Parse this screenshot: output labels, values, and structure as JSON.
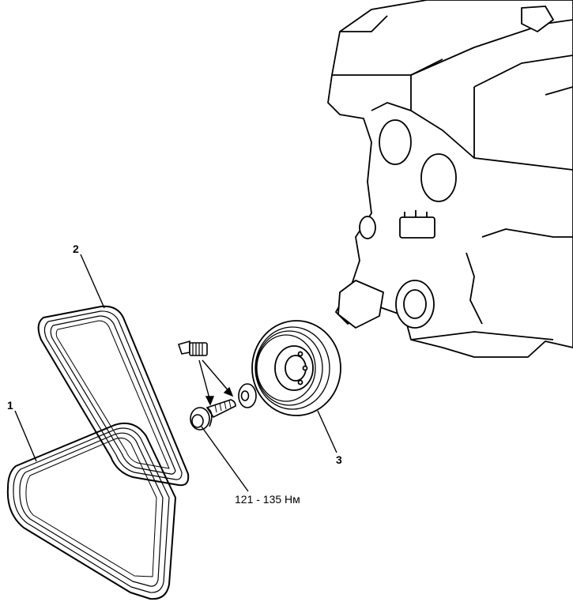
{
  "labels": {
    "belt_1": "1",
    "belt_2": "2",
    "pulley_3": "3",
    "torque": "121 - 135 Нм"
  }
}
